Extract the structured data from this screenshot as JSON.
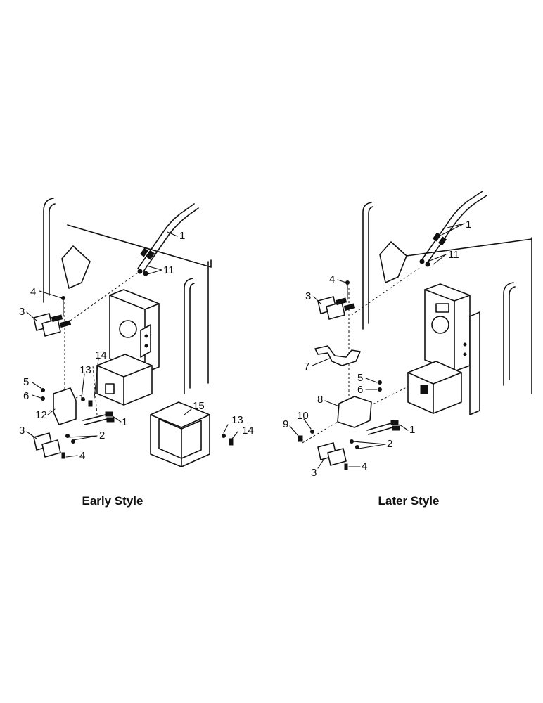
{
  "diagram": {
    "early": {
      "caption": "Early Style",
      "labels": {
        "l1a": "1",
        "l11": "11",
        "l4a": "4",
        "l3a": "3",
        "l14a": "14",
        "l13a": "13",
        "l5": "5",
        "l6": "6",
        "l12": "12",
        "l1b": "1",
        "l2": "2",
        "l3b": "3",
        "l4b": "4",
        "l15": "15",
        "l13b": "13",
        "l14b": "14"
      }
    },
    "later": {
      "caption": "Later Style",
      "labels": {
        "l1a": "1",
        "l11": "11",
        "l4a": "4",
        "l3a": "3",
        "l7": "7",
        "l5": "5",
        "l6": "6",
        "l8": "8",
        "l10": "10",
        "l9": "9",
        "l1b": "1",
        "l2": "2",
        "l3b": "3",
        "l4b": "4"
      }
    }
  }
}
